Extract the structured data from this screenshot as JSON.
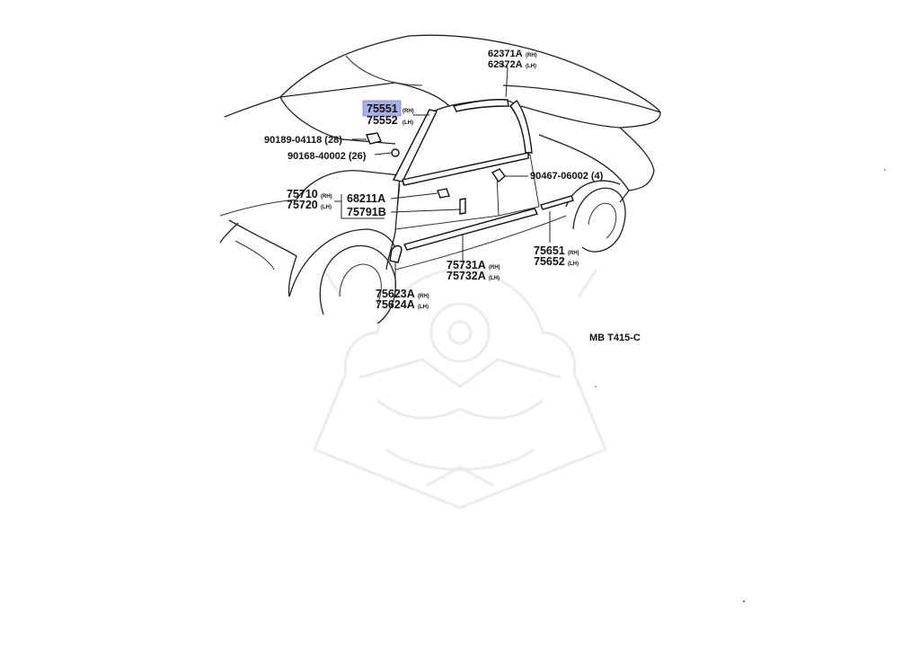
{
  "diagram": {
    "code": "MB T415-C",
    "highlight_color": "#a8b0e6",
    "labels": [
      {
        "id": "62371a",
        "text": "62371A",
        "suffix": "(RH)"
      },
      {
        "id": "62372a",
        "text": "62372A",
        "suffix": "(LH)"
      },
      {
        "id": "75551",
        "text": "75551",
        "suffix": "(RH)",
        "highlighted": true
      },
      {
        "id": "75552",
        "text": "75552",
        "suffix": "(LH)"
      },
      {
        "id": "90189",
        "text": "90189-04118 (28)"
      },
      {
        "id": "90168",
        "text": "90168-40002 (26)"
      },
      {
        "id": "90467",
        "text": "90467-06002 (4)"
      },
      {
        "id": "75710",
        "text": "75710",
        "suffix": "(RH)"
      },
      {
        "id": "75720",
        "text": "75720",
        "suffix": "(LH)"
      },
      {
        "id": "68211a",
        "text": "68211A"
      },
      {
        "id": "75791b",
        "text": "75791B"
      },
      {
        "id": "75651",
        "text": "75651",
        "suffix": "(RH)"
      },
      {
        "id": "75652",
        "text": "75652",
        "suffix": "(LH)"
      },
      {
        "id": "75731a",
        "text": "75731A",
        "suffix": "(RH)"
      },
      {
        "id": "75732a",
        "text": "75732A",
        "suffix": "(LH)"
      },
      {
        "id": "75623a",
        "text": "75623A",
        "suffix": "(RH)"
      },
      {
        "id": "75624a",
        "text": "75624A",
        "suffix": "(LH)"
      }
    ]
  }
}
